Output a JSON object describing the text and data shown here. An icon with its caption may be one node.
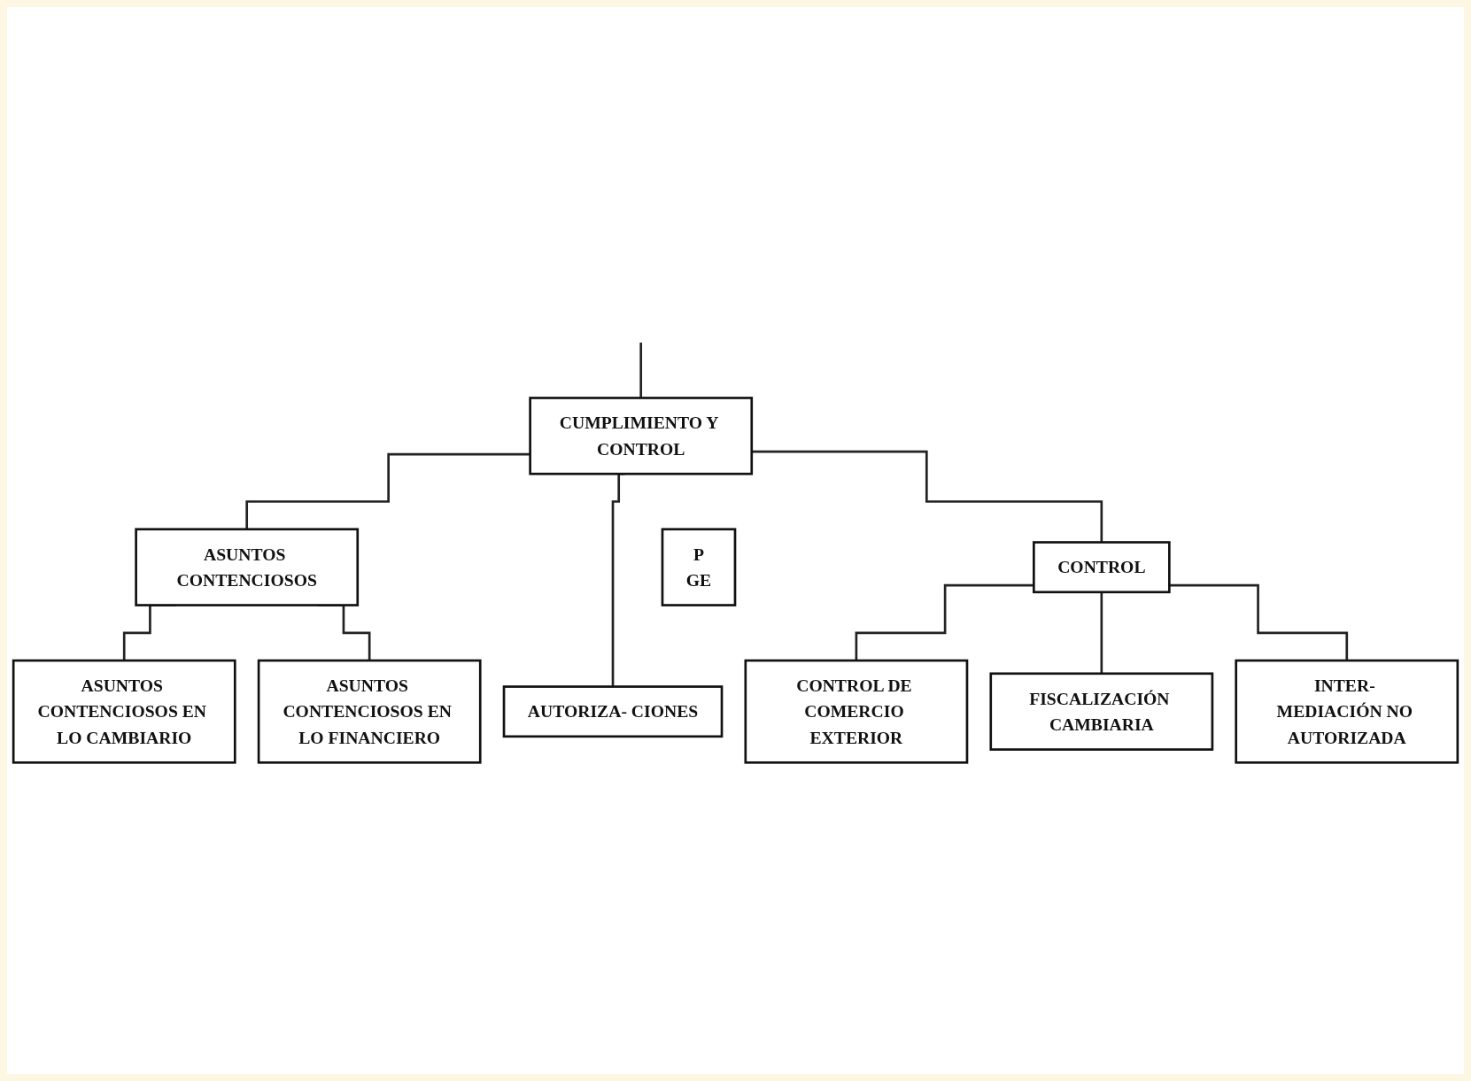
{
  "diagram": {
    "nodes": [
      {
        "text": [
          "CUMPLIMIENTO Y CONTROL"
        ]
      },
      {
        "text": [
          "ASUNTOS CONTENCIOSOS"
        ]
      },
      {
        "text": [
          "CONTROL"
        ]
      },
      {
        "text": [
          "P",
          "GE"
        ]
      },
      {
        "text": [
          "ASUNTOS CONTENCIOSOS EN LO CAMBIARIO"
        ]
      },
      {
        "text": [
          "ASUNTOS CONTENCIOSOS EN LO FINANCIERO"
        ]
      },
      {
        "text": [
          "AUTORIZA- CIONES"
        ]
      },
      {
        "text": [
          "CONTROL DE COMERCIO EXTERIOR"
        ]
      },
      {
        "text": [
          "FISCALIZACIÓN CAMBIARIA"
        ]
      },
      {
        "text": [
          "INTER- MEDIACIÓN NO AUTORIZADA"
        ]
      }
    ],
    "edges": [
      {
        "from": null,
        "to": 0,
        "arrow": "none"
      },
      {
        "from": 0,
        "to": 1,
        "arrow": "none"
      },
      {
        "from": 0,
        "to": 6,
        "arrow": "none"
      },
      {
        "from": 0,
        "to": 2,
        "arrow": "none"
      },
      {
        "from": 1,
        "to": 4,
        "arrow": "none"
      },
      {
        "from": 1,
        "to": 5,
        "arrow": "none"
      },
      {
        "from": 2,
        "to": 7,
        "arrow": "none"
      },
      {
        "from": 2,
        "to": 8,
        "arrow": "none"
      },
      {
        "from": 2,
        "to": 9,
        "arrow": "none"
      }
    ]
  }
}
